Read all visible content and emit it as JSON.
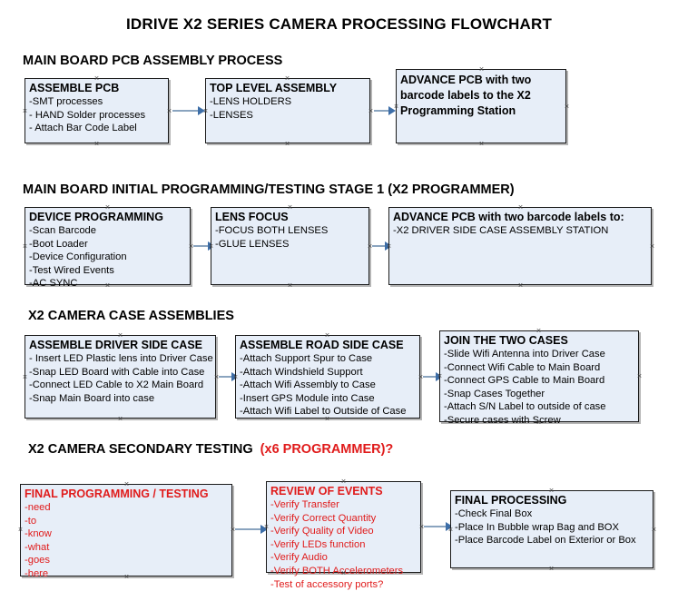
{
  "title": "IDRIVE X2  SERIES CAMERA PROCESSING FLOWCHART",
  "sections": [
    {
      "id": "main-board-pcb-assembly",
      "heading": "MAIN BOARD PCB ASSEMBLY PROCESS",
      "heading_accent": "",
      "nodes": [
        {
          "id": "assemble-pcb",
          "title": "ASSEMBLE PCB",
          "lines": [
            " -SMT processes",
            "- HAND Solder processes",
            "- Attach Bar Code Label"
          ],
          "color": "black"
        },
        {
          "id": "top-level-assembly",
          "title": "TOP LEVEL ASSEMBLY",
          "lines": [
            "-LENS HOLDERS",
            "-LENSES"
          ],
          "color": "black"
        },
        {
          "id": "advance-pcb-programming-station",
          "title": "ADVANCE PCB with two barcode labels to the  X2 Programming Station",
          "lines": [],
          "color": "black"
        }
      ]
    },
    {
      "id": "main-board-initial-programming",
      "heading": "MAIN BOARD INITIAL PROGRAMMING/TESTING STAGE 1 (X2 PROGRAMMER)",
      "heading_accent": "",
      "nodes": [
        {
          "id": "device-programming",
          "title": "DEVICE PROGRAMMING",
          "lines": [
            "-Scan Barcode",
            "-Boot Loader",
            "-Device Configuration",
            "-Test Wired Events",
            "-AC SYNC"
          ],
          "color": "black"
        },
        {
          "id": "lens-focus",
          "title": "LENS FOCUS",
          "lines": [
            "-FOCUS BOTH LENSES",
            "-GLUE LENSES"
          ],
          "color": "black"
        },
        {
          "id": "advance-pcb-driver-side-case",
          "title": "ADVANCE PCB with two barcode labels to:",
          "lines": [
            "-X2 DRIVER  SIDE  CASE  ASSEMBLY STATION"
          ],
          "color": "black"
        }
      ]
    },
    {
      "id": "x2-camera-case-assemblies",
      "heading": "X2 CAMERA CASE ASSEMBLIES",
      "heading_accent": "",
      "nodes": [
        {
          "id": "assemble-driver-side-case",
          "title": "ASSEMBLE DRIVER SIDE CASE",
          "lines": [
            "- Insert LED Plastic lens into Driver Case",
            "-Snap LED Board with Cable into Case",
            "-Connect LED Cable to X2 Main Board",
            "-Snap Main Board into case"
          ],
          "color": "black"
        },
        {
          "id": "assemble-road-side-case",
          "title": "ASSEMBLE ROAD SIDE CASE",
          "lines": [
            "-Attach Support Spur to Case",
            "-Attach Windshield Support",
            "-Attach Wifi Assembly to Case",
            "-Insert GPS Module into Case",
            "-Attach Wifi Label to Outside of Case"
          ],
          "color": "black"
        },
        {
          "id": "join-the-two-cases",
          "title": "JOIN THE TWO CASES",
          "lines": [
            "-Slide Wifi Antenna into Driver Case",
            "-Connect Wifi Cable to Main Board",
            "-Connect GPS Cable to Main Board",
            "-Snap Cases Together",
            "-Attach S/N Label to outside of case",
            "-Secure cases with Screw"
          ],
          "color": "black"
        }
      ]
    },
    {
      "id": "x2-camera-secondary-testing",
      "heading": "X2 CAMERA SECONDARY TESTING",
      "heading_accent": "(x6 PROGRAMMER)?",
      "nodes": [
        {
          "id": "final-programming-testing",
          "title": "FINAL PROGRAMMING / TESTING",
          "lines": [
            "-need",
            "-to",
            "-know",
            "-what",
            "-goes",
            "-here"
          ],
          "color": "red"
        },
        {
          "id": "review-of-events",
          "title": "REVIEW OF EVENTS",
          "lines": [
            "-Verify Transfer",
            "-Verify Correct Quantity",
            "-Verify Quality of Video",
            "-Verify LEDs function",
            "-Verify Audio",
            "-Verify BOTH Accelerometers",
            "-Test of accessory ports?"
          ],
          "color": "red"
        },
        {
          "id": "final-processing",
          "title": "FINAL PROCESSING",
          "lines": [
            " -Check Final Box",
            "-Place In Bubble wrap Bag and BOX",
            "-Place Barcode Label on Exterior or Box"
          ],
          "color": "black"
        }
      ]
    }
  ],
  "colors": {
    "node_fill": "#e7eef8",
    "node_border": "#1a1a1a",
    "accent_red": "#e01b1b",
    "connector_line": "#8aa4bf",
    "connector_arrow": "#3d6ea8",
    "text": "#000000"
  }
}
